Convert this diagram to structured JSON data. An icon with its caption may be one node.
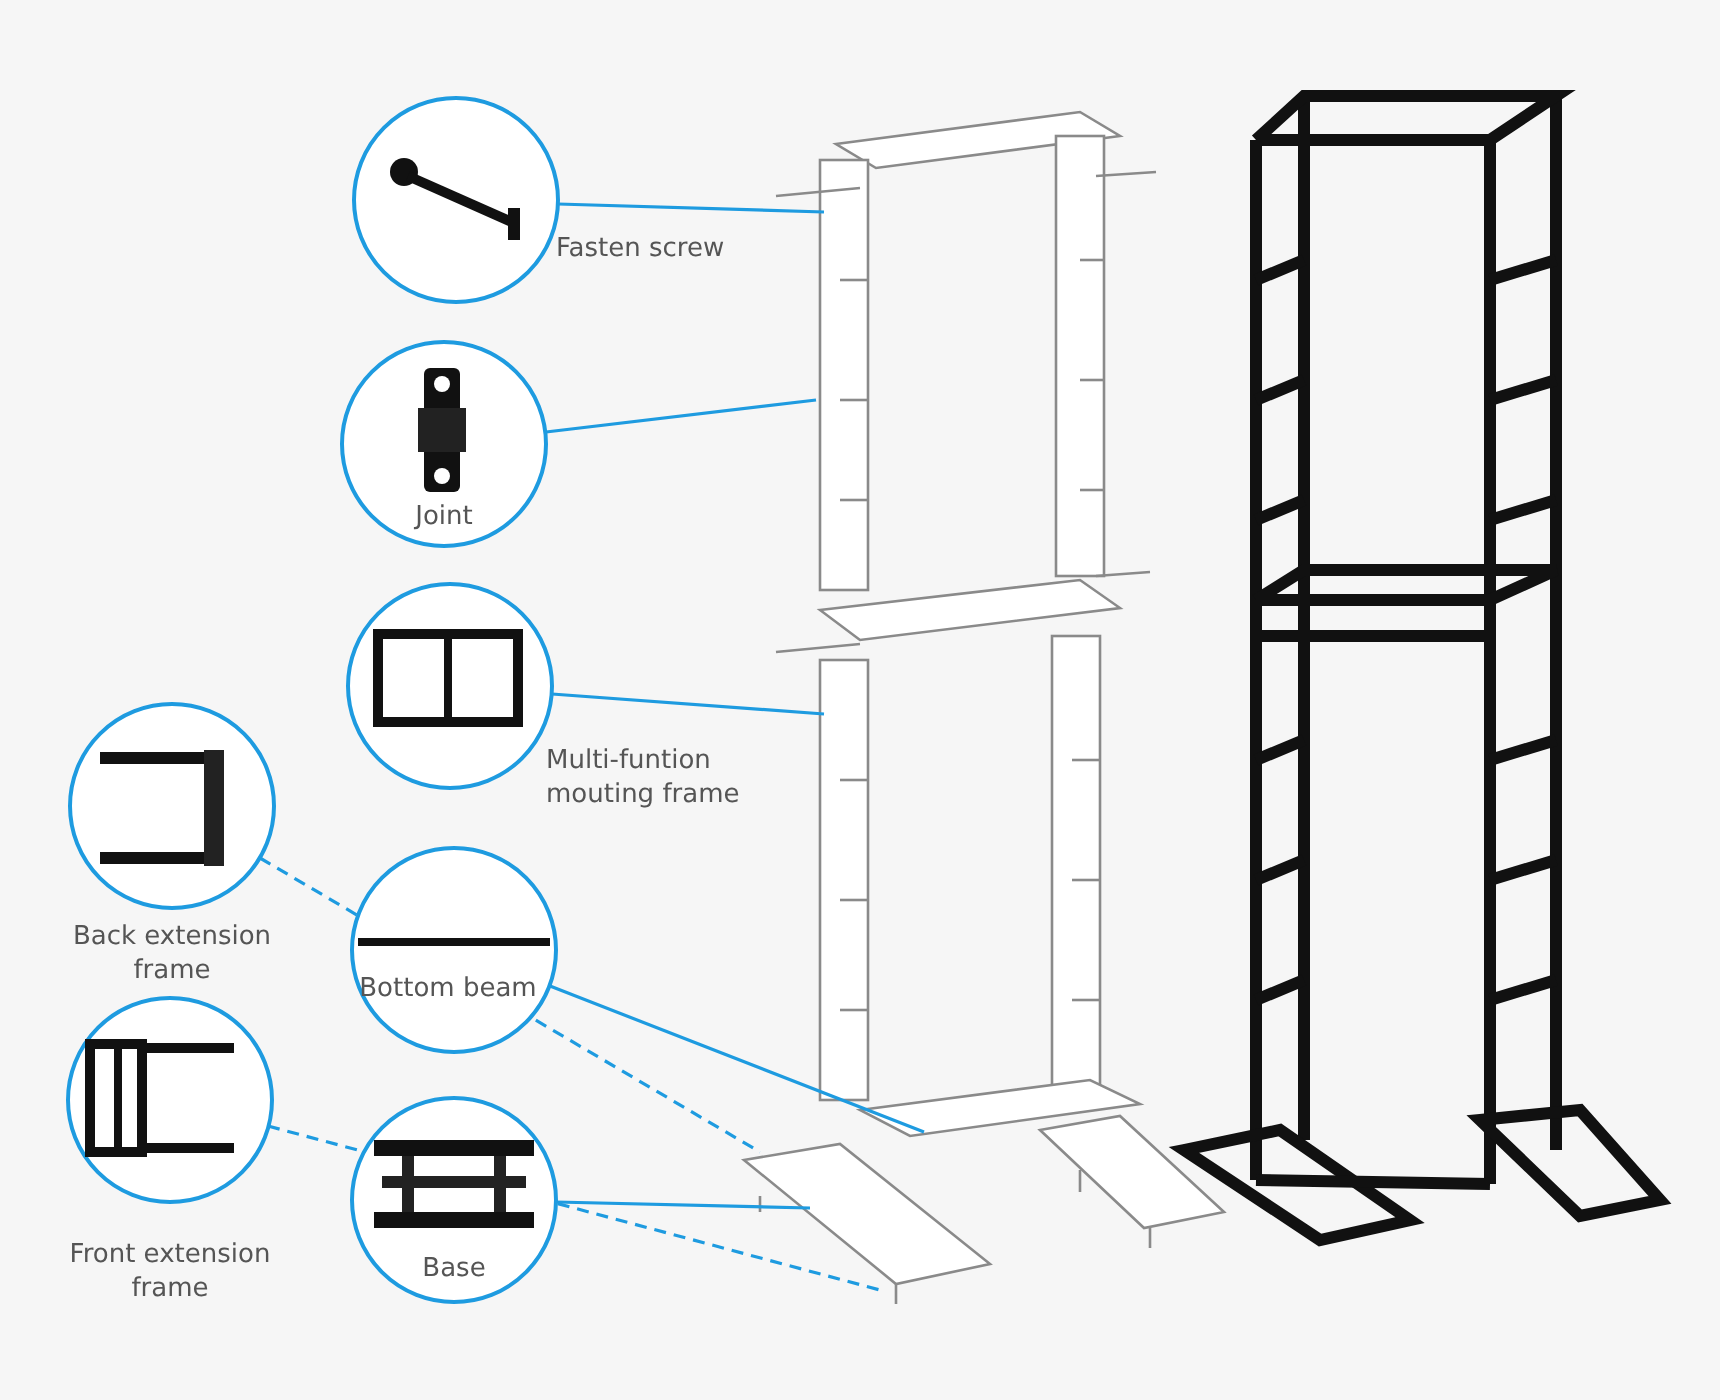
{
  "diagram": {
    "nodes": [
      {
        "text": [
          "Fasten screw"
        ]
      },
      {
        "text": [
          "Joint"
        ]
      },
      {
        "text": [
          "Multi-funtion mouting frame"
        ]
      },
      {
        "text": [
          "Back extension frame"
        ]
      },
      {
        "text": [
          "Bottom beam"
        ]
      },
      {
        "text": [
          "Front extension frame"
        ]
      },
      {
        "text": [
          "Base"
        ]
      }
    ],
    "edges": [
      {
        "from": 0,
        "to": null,
        "arrow": "none"
      },
      {
        "from": 1,
        "to": null,
        "arrow": "none"
      },
      {
        "from": 2,
        "to": null,
        "arrow": "none"
      },
      {
        "from": 3,
        "to": null,
        "arrow": "none",
        "style": "dashed"
      },
      {
        "from": 4,
        "to": null,
        "arrow": "none"
      },
      {
        "from": 5,
        "to": null,
        "arrow": "none",
        "style": "dashed"
      },
      {
        "from": 6,
        "to": null,
        "arrow": "none"
      }
    ]
  }
}
